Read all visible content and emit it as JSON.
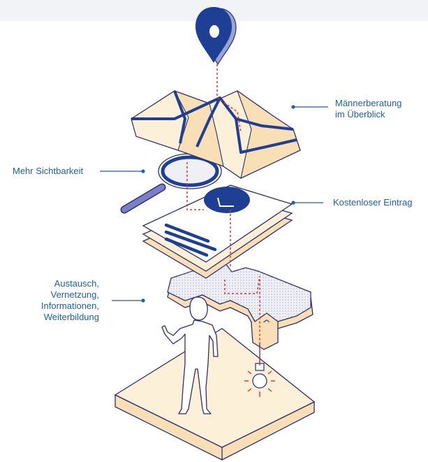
{
  "labels": {
    "maennerberatung": [
      "Männerberatung",
      "im Überblick"
    ],
    "sichtbarkeit": "Mehr Sichtbarkeit",
    "eintrag": "Kostenloser Eintrag",
    "austausch": [
      "Austausch,",
      "Vernetzung,",
      "Informationen,",
      "Weiterbildung"
    ]
  },
  "colors": {
    "navy": "#1e3f93",
    "accent": "#1f5ea8",
    "beige": "#f8dfb6",
    "cream": "#fdf0d9",
    "outline": "#2a2f6e",
    "red": "#e0302a"
  },
  "icons": [
    "location-pin-icon",
    "map-icon",
    "magnifier-icon",
    "document-icon",
    "puzzle-icon",
    "person-icon",
    "lightbulb-icon"
  ]
}
